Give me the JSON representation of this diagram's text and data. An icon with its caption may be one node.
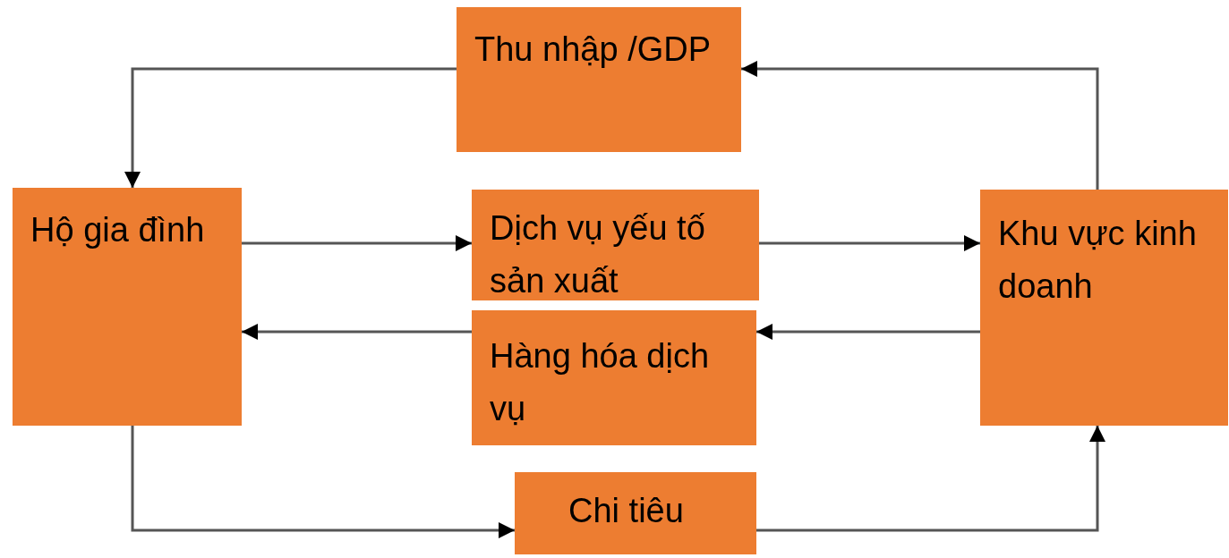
{
  "diagram": {
    "nodes": [
      {
        "text": [
          "Thu nhập /GDP"
        ]
      },
      {
        "text": [
          "Hộ gia đình"
        ]
      },
      {
        "text": [
          "Dịch vụ yếu tố sản xuất"
        ]
      },
      {
        "text": [
          "Hàng hóa dịch vụ"
        ]
      },
      {
        "text": [
          "Khu vực kinh doanh"
        ]
      },
      {
        "text": [
          "Chi tiêu"
        ]
      }
    ],
    "edges": [
      {
        "from": 4,
        "to": 0,
        "arrow": "to"
      },
      {
        "from": 0,
        "to": 1,
        "arrow": "to"
      },
      {
        "from": 1,
        "to": 2,
        "arrow": "to"
      },
      {
        "from": 2,
        "to": 4,
        "arrow": "to"
      },
      {
        "from": 4,
        "to": 3,
        "arrow": "to"
      },
      {
        "from": 3,
        "to": 1,
        "arrow": "to"
      },
      {
        "from": 1,
        "to": 5,
        "arrow": "to"
      },
      {
        "from": 5,
        "to": 4,
        "arrow": "to"
      }
    ]
  }
}
